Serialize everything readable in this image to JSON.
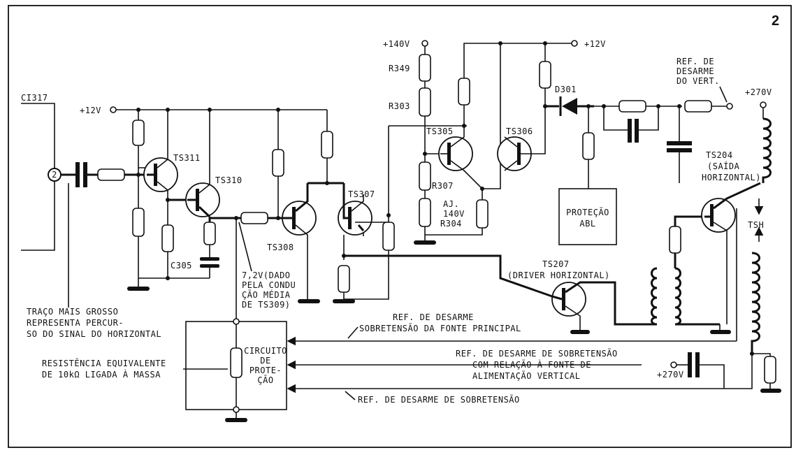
{
  "figure_number": "2",
  "components": {
    "ci317": "CI317",
    "pin": "2",
    "ts311": "TS311",
    "ts310": "TS310",
    "ts308": "TS308",
    "ts307": "TS307",
    "ts305": "TS305",
    "ts306": "TS306",
    "r349": "R349",
    "r303": "R303",
    "r307": "R307",
    "aj_l1": "AJ.",
    "aj_l2": "140V",
    "aj_l3": "R304",
    "c305": "C305",
    "d301": "D301",
    "tsh": "TSH"
  },
  "voltages": {
    "v12_left": "+12V",
    "v140": "+140V",
    "v12_top": "+12V",
    "v270_top": "+270V",
    "v270_bottom": "+270V"
  },
  "ref_desarme_vert": [
    "REF. DE",
    "DESARME",
    "DO VERT."
  ],
  "ts204": [
    "TS204",
    "(SAÍDA",
    "HORIZONTAL)"
  ],
  "ts207": [
    "TS207",
    "(DRIVER HORIZONTAL)"
  ],
  "protecao_abl": [
    "PROTEÇÃO",
    "ABL"
  ],
  "dado_7v2": [
    "7,2V(DADO",
    "PELA CONDU",
    "ÇÃO MÉDIA",
    "DE TS309)"
  ],
  "traco": [
    "TRAÇO MAIS GROSSO",
    "REPRESENTA PERCUR-",
    "SO DO SINAL DO HORIZONTAL"
  ],
  "resistencia": [
    "RESISTÊNCIA EQUIVALENTE",
    "DE 10kΩ LIGADA À MASSA"
  ],
  "circuito_protecao": [
    "CIRCUITO",
    "DE",
    "PROTE-",
    "ÇÃO"
  ],
  "ref_fonte_principal": [
    "REF. DE DESARME",
    "SOBRETENSÃO DA FONTE PRINCIPAL"
  ],
  "ref_fonte_vertical": [
    "REF. DE DESARME DE SOBRETENSÃO",
    "COM RELAÇÃO À FONTE DE",
    "ALIMENTAÇÃO  VERTICAL"
  ],
  "ref_sobretensao": "REF. DE DESARME DE SOBRETENSÃO"
}
